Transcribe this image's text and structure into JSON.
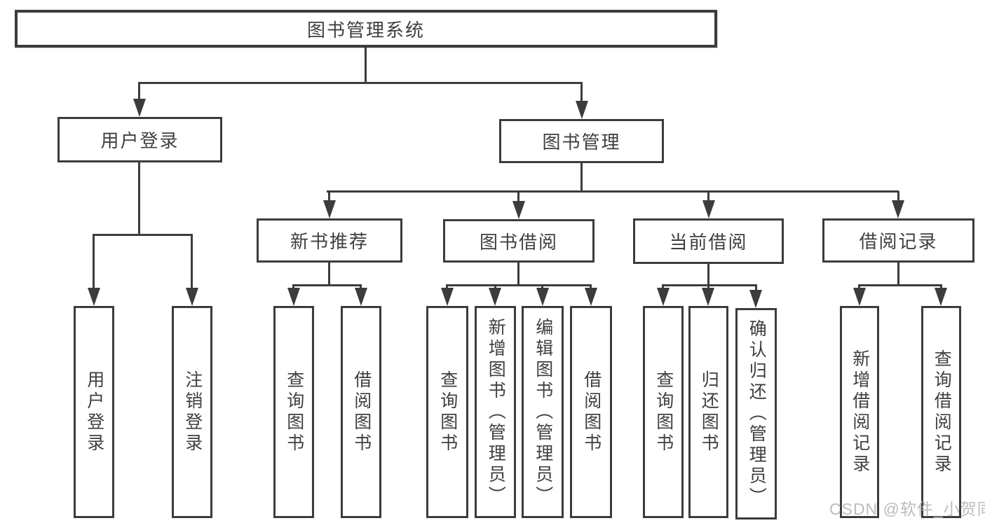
{
  "root": {
    "label": "图书管理系统"
  },
  "level2": [
    {
      "label": "用户登录"
    },
    {
      "label": "图书管理"
    }
  ],
  "level3": [
    {
      "label": "新书推荐"
    },
    {
      "label": "图书借阅"
    },
    {
      "label": "当前借阅"
    },
    {
      "label": "借阅记录"
    }
  ],
  "leaves": {
    "user": [
      "用户登录",
      "注销登录"
    ],
    "recommend": [
      "查询图书",
      "借阅图书"
    ],
    "borrow": [
      "查询图书",
      "新增图书（管理员）",
      "编辑图书（管理员）",
      "借阅图书"
    ],
    "current": [
      "查询图书",
      "归还图书",
      "确认归还（管理员）"
    ],
    "records": [
      "新增借阅记录",
      "查询借阅记录"
    ]
  },
  "watermark": "CSDN @软件_小贺同学",
  "colors": {
    "line": "#3c3c3c",
    "text": "#3f3f3f",
    "watermark": "#bcbcbc",
    "background": "#ffffff"
  }
}
